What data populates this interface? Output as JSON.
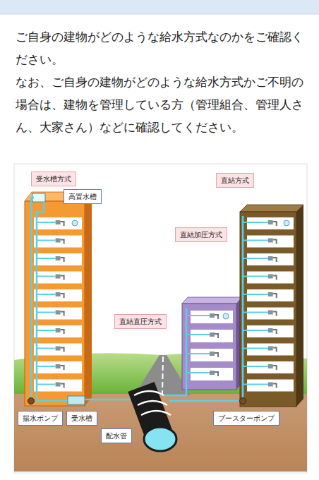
{
  "diagram": {
    "nodes": [
      {
        "text": [
          "受水槽方式"
        ]
      },
      {
        "text": [
          "高置水槽"
        ]
      },
      {
        "text": [
          "直結方式"
        ]
      },
      {
        "text": [
          "直結加圧方式"
        ]
      },
      {
        "text": [
          "直結直圧方式"
        ]
      },
      {
        "text": [
          "揚水ポンプ"
        ]
      },
      {
        "text": [
          "受水槽"
        ]
      },
      {
        "text": [
          "配水管"
        ]
      },
      {
        "text": [
          "ブースターポンプ"
        ]
      }
    ],
    "labels": [
      "ご自身の建物がどのような給水方式なのかをご確認ください。",
      "なお、ご自身の建物がどのような給水方式かご不明の場合は、建物を管理している方（管理組合、管理人さん、大家さん）などに確認してください。"
    ]
  }
}
